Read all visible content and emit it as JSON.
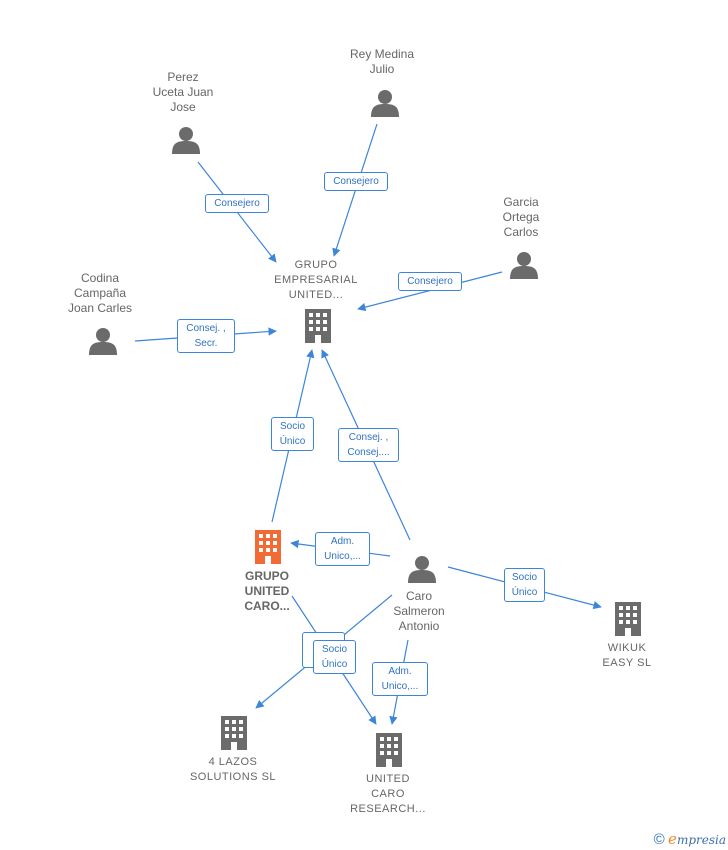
{
  "nodes": {
    "grupo_empresarial": {
      "label": [
        "GRUPO",
        "EMPRESARIAL",
        "UNITED..."
      ],
      "type": "company"
    },
    "grupo_united_caro": {
      "label": [
        "GRUPO",
        "UNITED",
        "CARO..."
      ],
      "type": "company-main"
    },
    "wikuk": {
      "label": [
        "WIKUK",
        "EASY  SL"
      ],
      "type": "company"
    },
    "lazos": {
      "label": [
        "4 LAZOS",
        "SOLUTIONS  SL"
      ],
      "type": "company"
    },
    "united_caro_research": {
      "label": [
        "UNITED",
        "CARO",
        "RESEARCH..."
      ],
      "type": "company"
    },
    "perez": {
      "label": [
        "Perez",
        "Uceta Juan",
        "Jose"
      ],
      "type": "person"
    },
    "rey": {
      "label": [
        "Rey Medina",
        "Julio"
      ],
      "type": "person"
    },
    "garcia": {
      "label": [
        "Garcia",
        "Ortega",
        "Carlos"
      ],
      "type": "person"
    },
    "codina": {
      "label": [
        "Codina",
        "Campaña",
        "Joan Carles"
      ],
      "type": "person"
    },
    "caro": {
      "label": [
        "Caro",
        "Salmeron",
        "Antonio"
      ],
      "type": "person"
    }
  },
  "edges": [
    {
      "id": "perez-grupo",
      "label": [
        "Consejero"
      ]
    },
    {
      "id": "rey-grupo",
      "label": [
        "Consejero"
      ]
    },
    {
      "id": "garcia-grupo",
      "label": [
        "Consejero"
      ]
    },
    {
      "id": "codina-grupo",
      "label": [
        "Consej. ,",
        "Secr."
      ]
    },
    {
      "id": "guc-grupo",
      "label": [
        "Socio",
        "Único"
      ]
    },
    {
      "id": "caro-grupo",
      "label": [
        "Consej. ,",
        "Consej...."
      ]
    },
    {
      "id": "caro-guc",
      "label": [
        "Adm.",
        "Unico,..."
      ]
    },
    {
      "id": "caro-wikuk",
      "label": [
        "Socio",
        "Único"
      ]
    },
    {
      "id": "guc-research",
      "label": [
        "Socio",
        "Único"
      ]
    },
    {
      "id": "caro-research",
      "label": [
        "Adm.",
        "Unico,..."
      ]
    }
  ],
  "colors": {
    "edge": "#3d85d8",
    "node": "#6b6b6b",
    "highlight": "#f26b35",
    "label_border": "#3d85d8"
  },
  "brand": {
    "copyright": "©",
    "initial": "e",
    "name": "mpresia"
  }
}
